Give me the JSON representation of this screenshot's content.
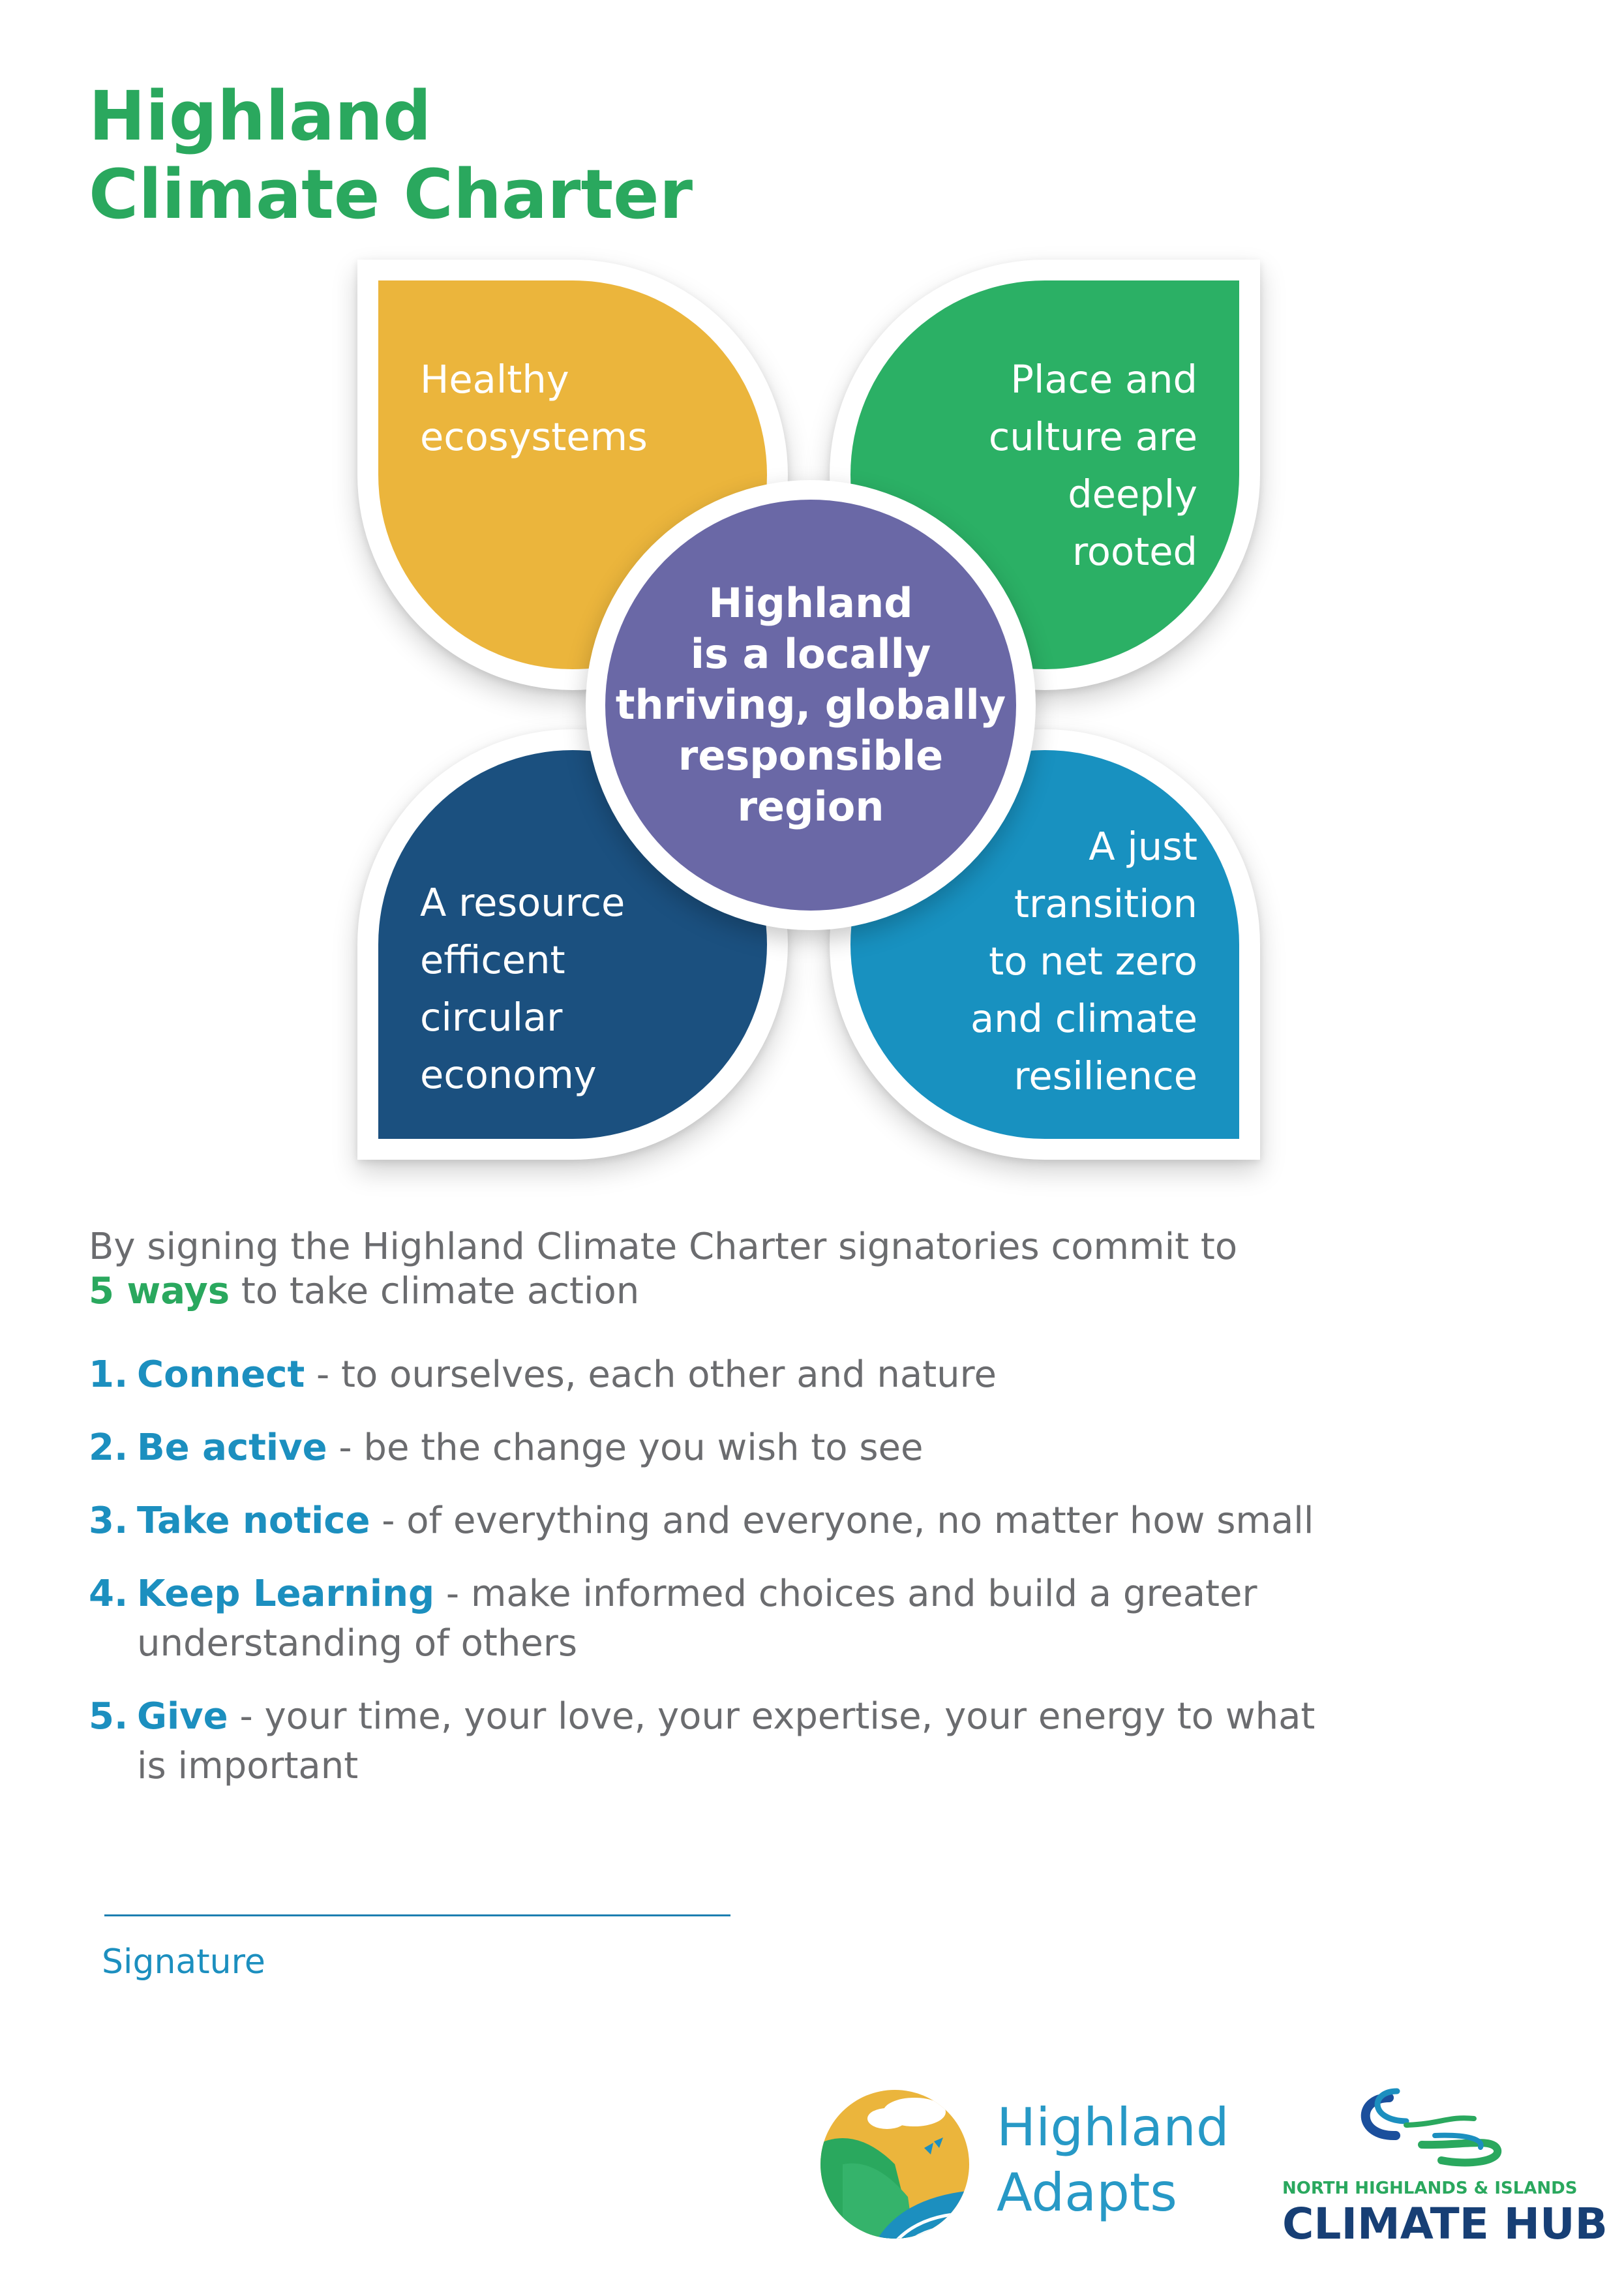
{
  "header": {
    "title_line1": "Highland",
    "title_line2": "Climate Charter"
  },
  "diagram": {
    "petals": {
      "top_left": [
        "Healthy",
        "ecosystems"
      ],
      "top_right": [
        "Place and",
        "culture are",
        "deeply",
        "rooted"
      ],
      "bottom_left": [
        "A resource",
        "efficent",
        "circular",
        "economy"
      ],
      "bottom_right": [
        "A just",
        "transition",
        "to net zero",
        "and climate",
        "resilience"
      ]
    },
    "center": [
      "Highland",
      "is a locally",
      "thriving, globally",
      "responsible",
      "region"
    ],
    "colors": {
      "top_left": "#ebb53c",
      "top_right": "#2bb065",
      "bottom_left": "#1b507f",
      "bottom_right": "#1891c0",
      "center": "#6a68a6"
    }
  },
  "commitment": {
    "intro_line1": "By signing the Highland Climate Charter signatories commit to",
    "intro_highlight": "5 ways",
    "intro_rest": " to take climate action",
    "ways": [
      {
        "num": "1.",
        "name": "Connect",
        "desc": " - to ourselves, each other and nature"
      },
      {
        "num": "2.",
        "name": "Be active",
        "desc": " - be the change you wish to see"
      },
      {
        "num": "3.",
        "name": "Take notice",
        "desc": " - of everything and everyone, no matter how small"
      },
      {
        "num": "4.",
        "name": "Keep Learning",
        "desc": " - make informed choices and build a greater",
        "desc_line2": "understanding of others"
      },
      {
        "num": "5.",
        "name": "Give",
        "desc": " - your time, your love, your expertise, your energy to what",
        "desc_line2": "is important"
      }
    ]
  },
  "signature": {
    "label": "Signature"
  },
  "logos": {
    "highland_adapts": {
      "icon": "highland-adapts-logo-icon",
      "line1": "Highland",
      "line2": "Adapts"
    },
    "climate_hub": {
      "icon": "climate-hub-swirl-icon",
      "subtitle": "NORTH HIGHLANDS & ISLANDS",
      "title": "CLIMATE HUB"
    }
  }
}
